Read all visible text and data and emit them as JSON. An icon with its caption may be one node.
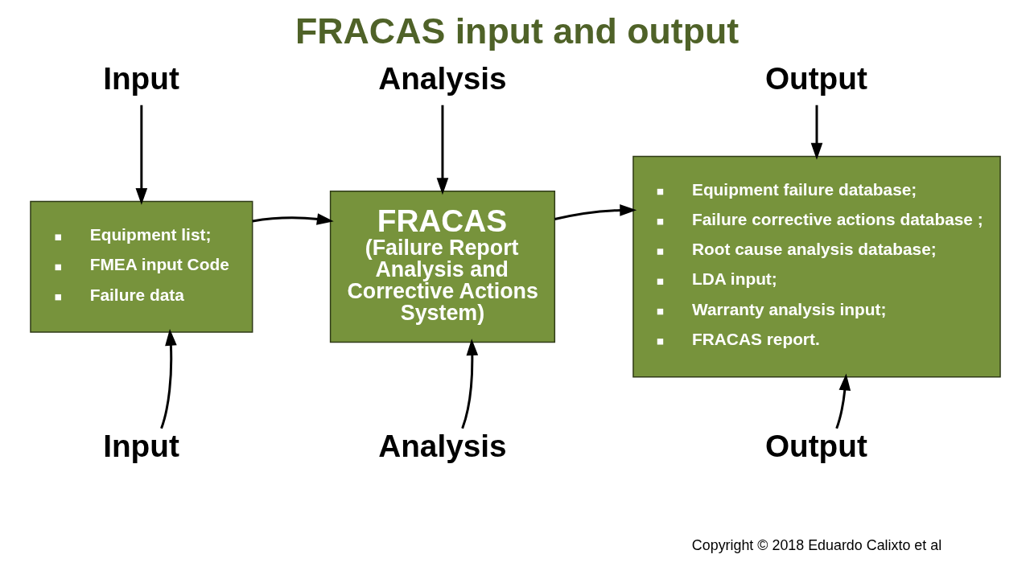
{
  "diagram": {
    "title": "FRACAS input and output",
    "nodes": [
      {
        "text": [
          "Input"
        ]
      },
      {
        "text": [
          "Analysis"
        ]
      },
      {
        "text": [
          "Output"
        ]
      },
      {
        "text": [
          "Equipment list;",
          "FMEA input Code",
          "Failure data"
        ]
      },
      {
        "text": [
          "FRACAS",
          "(Failure Report Analysis and Corrective Actions System)"
        ]
      },
      {
        "text": [
          "Equipment failure database;",
          "Failure corrective actions database ;",
          "Root cause analysis database;",
          "LDA input;",
          "Warranty analysis input;",
          "FRACAS report."
        ]
      },
      {
        "text": [
          "Input"
        ]
      },
      {
        "text": [
          "Analysis"
        ]
      },
      {
        "text": [
          "Output"
        ]
      }
    ],
    "edges": [
      {
        "from": 0,
        "to": 3,
        "arrow": "to"
      },
      {
        "from": 1,
        "to": 4,
        "arrow": "to"
      },
      {
        "from": 2,
        "to": 5,
        "arrow": "to"
      },
      {
        "from": 3,
        "to": 4,
        "arrow": "to"
      },
      {
        "from": 4,
        "to": 5,
        "arrow": "to"
      },
      {
        "from": 6,
        "to": 3,
        "arrow": "to"
      },
      {
        "from": 7,
        "to": 4,
        "arrow": "to"
      },
      {
        "from": 8,
        "to": 5,
        "arrow": "to"
      }
    ],
    "labels": [
      "Copyright © 2018 Eduardo Calixto et al"
    ]
  }
}
